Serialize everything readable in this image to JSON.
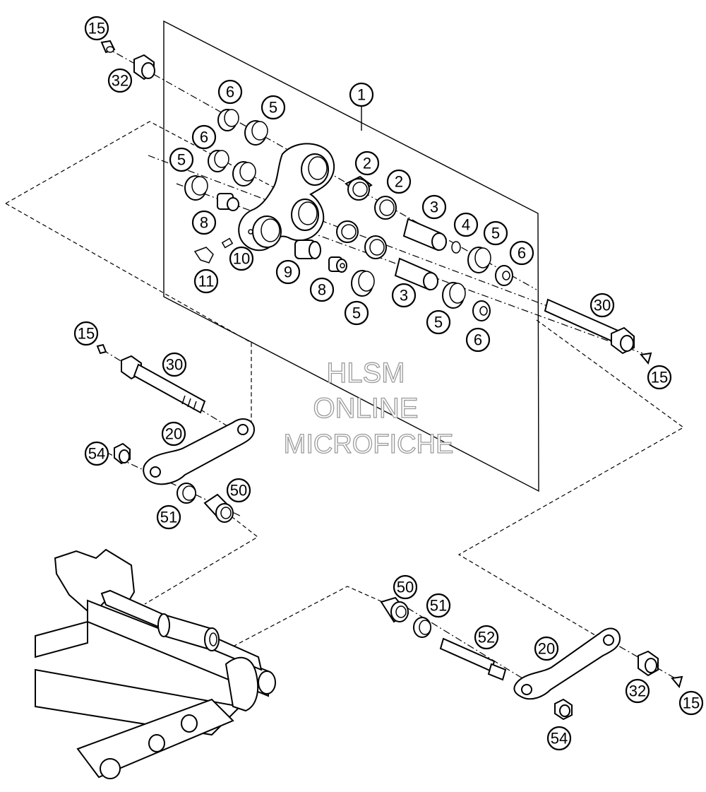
{
  "watermark": {
    "line1": "HLSM",
    "line2": "ONLINE",
    "line3": "MICROFICHE"
  },
  "callouts": {
    "c1": "1",
    "c2a": "2",
    "c2b": "2",
    "c3a": "3",
    "c3b": "3",
    "c4": "4",
    "c5a": "5",
    "c5b": "5",
    "c5c": "5",
    "c5d": "5",
    "c5e": "5",
    "c6a": "6",
    "c6b": "6",
    "c6c": "6",
    "c6d": "6",
    "c8a": "8",
    "c8b": "8",
    "c9": "9",
    "c10": "10",
    "c11": "11",
    "c15a": "15",
    "c15b": "15",
    "c15c": "15",
    "c15d": "15",
    "c20a": "20",
    "c20b": "20",
    "c30a": "30",
    "c30b": "30",
    "c32a": "32",
    "c32b": "32",
    "c50a": "50",
    "c50b": "50",
    "c51a": "51",
    "c51b": "51",
    "c52": "52",
    "c54a": "54",
    "c54b": "54"
  }
}
